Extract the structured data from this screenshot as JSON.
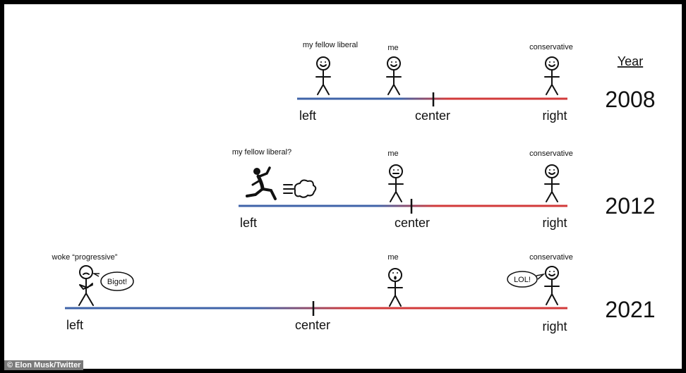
{
  "year_header": "Year",
  "rows": [
    {
      "year": "2008",
      "axis": {
        "left": "left",
        "center": "center",
        "right": "right"
      },
      "labels": {
        "liberal": "my fellow liberal",
        "me": "me",
        "conservative": "conservative"
      }
    },
    {
      "year": "2012",
      "axis": {
        "left": "left",
        "center": "center",
        "right": "right"
      },
      "labels": {
        "liberal": "my fellow liberal?",
        "me": "me",
        "conservative": "conservative"
      }
    },
    {
      "year": "2021",
      "axis": {
        "left": "left",
        "center": "center",
        "right": "right"
      },
      "labels": {
        "liberal": "woke “progressive”",
        "me": "me",
        "conservative": "conservative"
      },
      "bubbles": {
        "liberal": "Bigot!",
        "conservative": "LOL!"
      }
    }
  ],
  "credit": "© Elon Musk/Twitter",
  "colors": {
    "left_blue": "#3f63a8",
    "right_red": "#d23a3a",
    "background": "#ffffff",
    "frame": "#000000"
  }
}
